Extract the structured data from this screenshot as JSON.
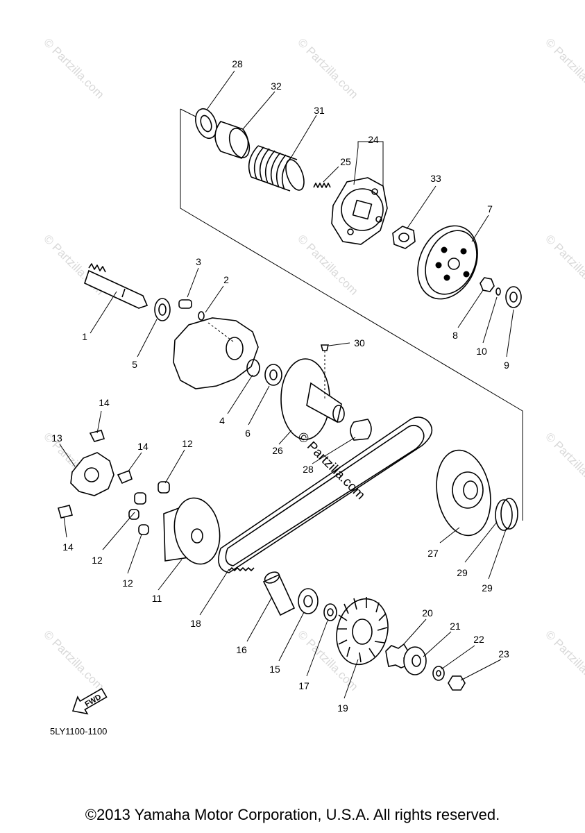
{
  "diagram": {
    "callouts": [
      {
        "id": "28a",
        "label": "28"
      },
      {
        "id": "32",
        "label": "32"
      },
      {
        "id": "31",
        "label": "31"
      },
      {
        "id": "24",
        "label": "24"
      },
      {
        "id": "25",
        "label": "25"
      },
      {
        "id": "33",
        "label": "33"
      },
      {
        "id": "7",
        "label": "7"
      },
      {
        "id": "3",
        "label": "3"
      },
      {
        "id": "2",
        "label": "2"
      },
      {
        "id": "1",
        "label": "1"
      },
      {
        "id": "5",
        "label": "5"
      },
      {
        "id": "8",
        "label": "8"
      },
      {
        "id": "10",
        "label": "10"
      },
      {
        "id": "9",
        "label": "9"
      },
      {
        "id": "30",
        "label": "30"
      },
      {
        "id": "4",
        "label": "4"
      },
      {
        "id": "6",
        "label": "6"
      },
      {
        "id": "26",
        "label": "26"
      },
      {
        "id": "28b",
        "label": "28"
      },
      {
        "id": "14a",
        "label": "14"
      },
      {
        "id": "13",
        "label": "13"
      },
      {
        "id": "14b",
        "label": "14"
      },
      {
        "id": "12a",
        "label": "12"
      },
      {
        "id": "14c",
        "label": "14"
      },
      {
        "id": "12b",
        "label": "12"
      },
      {
        "id": "12c",
        "label": "12"
      },
      {
        "id": "11",
        "label": "11"
      },
      {
        "id": "18",
        "label": "18"
      },
      {
        "id": "27",
        "label": "27"
      },
      {
        "id": "29a",
        "label": "29"
      },
      {
        "id": "29b",
        "label": "29"
      },
      {
        "id": "16",
        "label": "16"
      },
      {
        "id": "15",
        "label": "15"
      },
      {
        "id": "17",
        "label": "17"
      },
      {
        "id": "19",
        "label": "19"
      },
      {
        "id": "20",
        "label": "20"
      },
      {
        "id": "21",
        "label": "21"
      },
      {
        "id": "22",
        "label": "22"
      },
      {
        "id": "23",
        "label": "23"
      }
    ],
    "watermark": "© Partzilla.com",
    "fwd_label": "FWD",
    "diagram_code": "5LY1100-1100"
  },
  "footer": {
    "copyright": "©2013 Yamaha Motor Corporation, U.S.A. All rights reserved."
  }
}
